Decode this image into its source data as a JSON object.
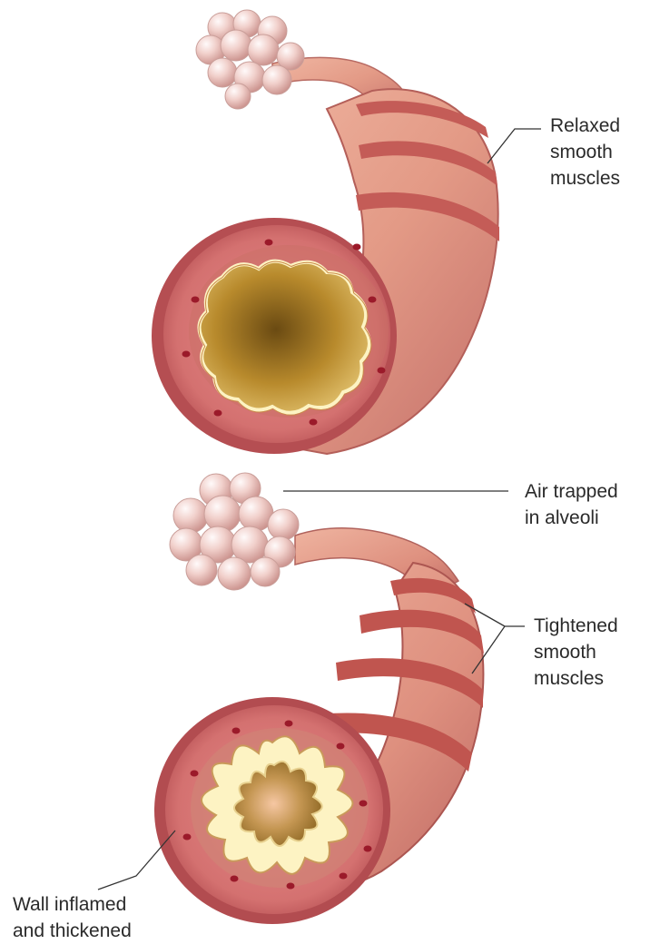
{
  "labels": {
    "relaxed": [
      "Relaxed",
      "smooth",
      "muscles"
    ],
    "air_trapped": [
      "Air trapped",
      "in alveoli"
    ],
    "tightened": [
      "Tightened",
      "smooth",
      "muscles"
    ],
    "wall": [
      "Wall inflamed",
      "and thickened"
    ]
  },
  "colors": {
    "tube": "#e7a08c",
    "tube_dark": "#b9564f",
    "band": "#c45c57",
    "wall_inner": "#d9777a",
    "lining": "#fdf3c3",
    "lumen": "#a8771e",
    "alveoli": "#f2c9c1",
    "dot": "#9b1a2a"
  },
  "icons": [
    "alveoli-cluster-icon",
    "bronchiole-tube-icon"
  ]
}
